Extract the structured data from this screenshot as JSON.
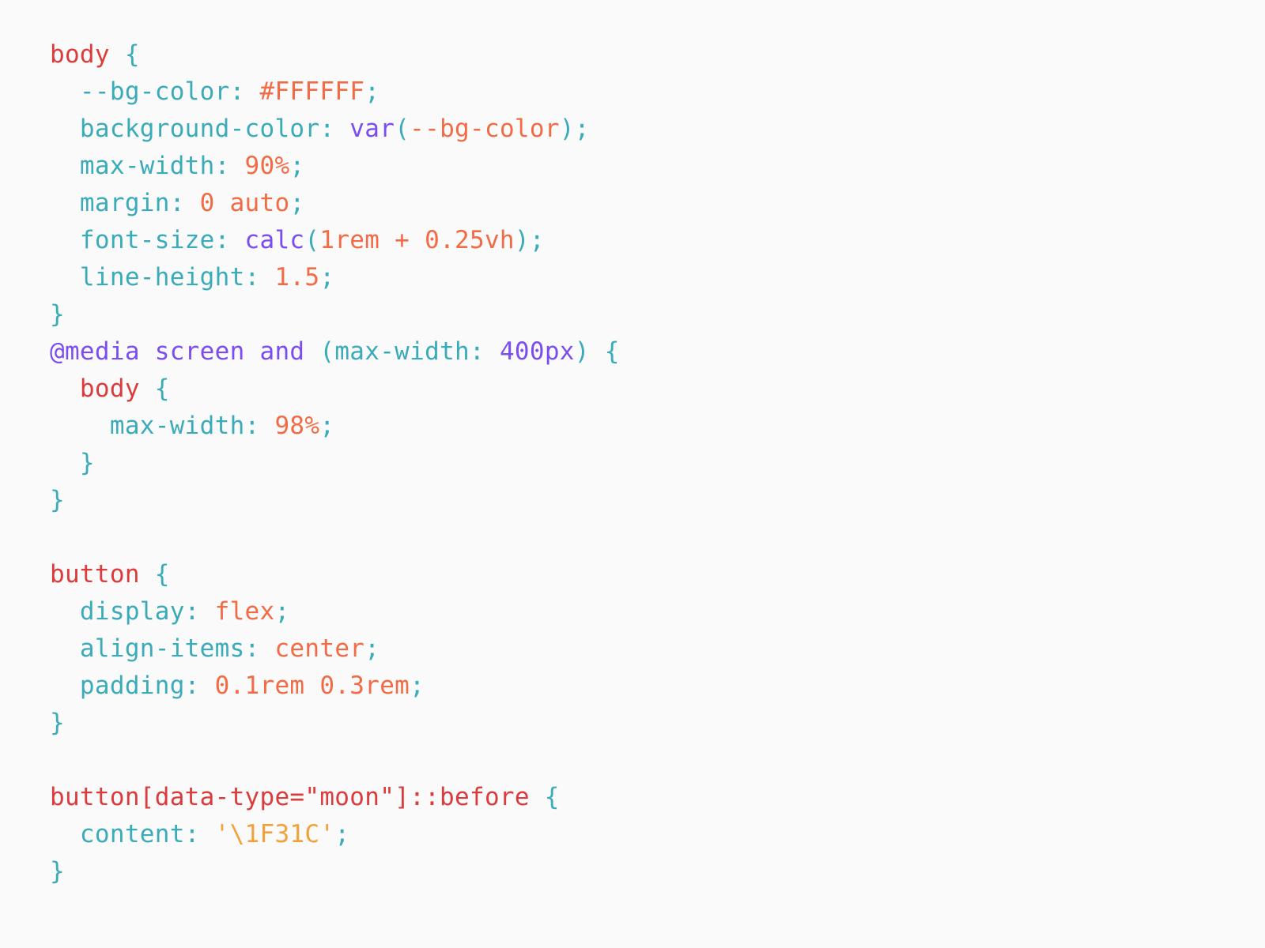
{
  "colors": {
    "background": "#fafafa",
    "selector": "#dc3b3b",
    "punctuation": "#3aabb8",
    "property": "#3aabb8",
    "value": "#f26b45",
    "function": "#7b4df0",
    "string": "#f2a13a"
  },
  "lines": [
    [
      {
        "t": "sel",
        "v": "body"
      },
      {
        "t": "pun",
        "v": " {"
      }
    ],
    [
      {
        "t": "prop",
        "v": "  --bg-color: "
      },
      {
        "t": "num",
        "v": "#FFFFFF"
      },
      {
        "t": "pun",
        "v": ";"
      }
    ],
    [
      {
        "t": "prop",
        "v": "  background-color: "
      },
      {
        "t": "fn",
        "v": "var"
      },
      {
        "t": "pun",
        "v": "("
      },
      {
        "t": "num",
        "v": "--bg-color"
      },
      {
        "t": "pun",
        "v": ");"
      }
    ],
    [
      {
        "t": "prop",
        "v": "  max-width: "
      },
      {
        "t": "num",
        "v": "90%"
      },
      {
        "t": "pun",
        "v": ";"
      }
    ],
    [
      {
        "t": "prop",
        "v": "  margin: "
      },
      {
        "t": "num",
        "v": "0 auto"
      },
      {
        "t": "pun",
        "v": ";"
      }
    ],
    [
      {
        "t": "prop",
        "v": "  font-size: "
      },
      {
        "t": "fn",
        "v": "calc"
      },
      {
        "t": "pun",
        "v": "("
      },
      {
        "t": "num",
        "v": "1rem + 0.25vh"
      },
      {
        "t": "pun",
        "v": ");"
      }
    ],
    [
      {
        "t": "prop",
        "v": "  line-height: "
      },
      {
        "t": "num",
        "v": "1.5"
      },
      {
        "t": "pun",
        "v": ";"
      }
    ],
    [
      {
        "t": "pun",
        "v": "}"
      }
    ],
    [
      {
        "t": "fn",
        "v": "@media screen and "
      },
      {
        "t": "pun",
        "v": "(max-width: "
      },
      {
        "t": "fn",
        "v": "400px"
      },
      {
        "t": "pun",
        "v": ") {"
      }
    ],
    [
      {
        "t": "sel",
        "v": "  body"
      },
      {
        "t": "pun",
        "v": " {"
      }
    ],
    [
      {
        "t": "prop",
        "v": "    max-width: "
      },
      {
        "t": "num",
        "v": "98%"
      },
      {
        "t": "pun",
        "v": ";"
      }
    ],
    [
      {
        "t": "pun",
        "v": "  }"
      }
    ],
    [
      {
        "t": "pun",
        "v": "}"
      }
    ],
    [],
    [
      {
        "t": "sel",
        "v": "button"
      },
      {
        "t": "pun",
        "v": " {"
      }
    ],
    [
      {
        "t": "prop",
        "v": "  display: "
      },
      {
        "t": "num",
        "v": "flex"
      },
      {
        "t": "pun",
        "v": ";"
      }
    ],
    [
      {
        "t": "prop",
        "v": "  align-items: "
      },
      {
        "t": "num",
        "v": "center"
      },
      {
        "t": "pun",
        "v": ";"
      }
    ],
    [
      {
        "t": "prop",
        "v": "  padding: "
      },
      {
        "t": "num",
        "v": "0.1rem 0.3rem"
      },
      {
        "t": "pun",
        "v": ";"
      }
    ],
    [
      {
        "t": "pun",
        "v": "}"
      }
    ],
    [],
    [
      {
        "t": "sel",
        "v": "button[data-type=\"moon\"]::before"
      },
      {
        "t": "pun",
        "v": " {"
      }
    ],
    [
      {
        "t": "prop",
        "v": "  content: "
      },
      {
        "t": "str",
        "v": "'\\1F31C'"
      },
      {
        "t": "pun",
        "v": ";"
      }
    ],
    [
      {
        "t": "pun",
        "v": "}"
      }
    ]
  ]
}
